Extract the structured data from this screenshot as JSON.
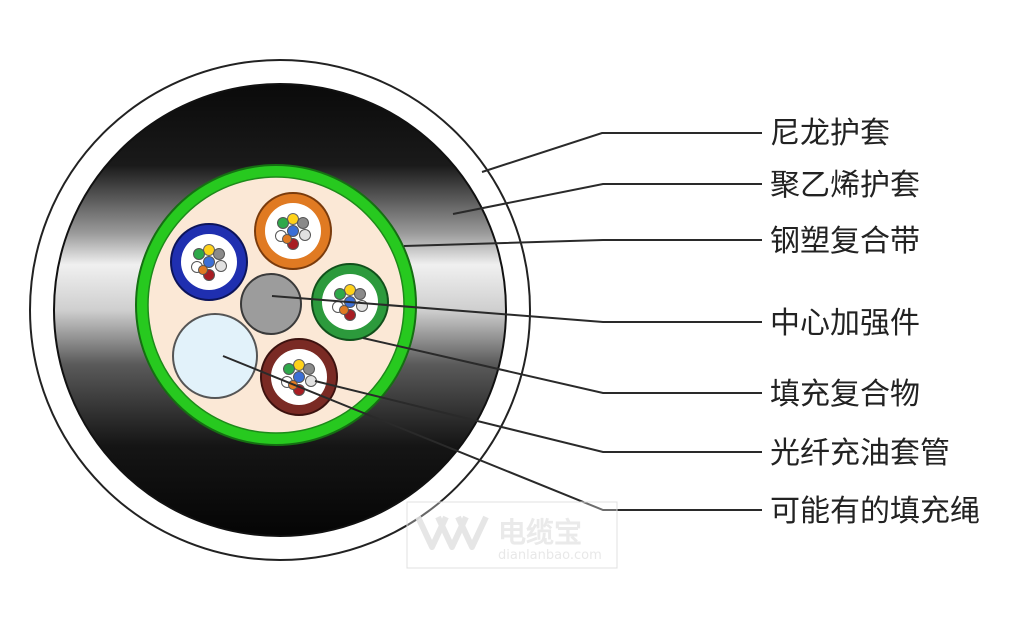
{
  "labels": [
    "尼龙护套",
    "聚乙烯护套",
    "钢塑复合带",
    "中心加强件",
    "填充复合物",
    "光纤充油套管",
    "可能有的填充绳"
  ],
  "watermark": {
    "brand": "电缆宝",
    "domain": "dianlanbao.com"
  },
  "colors": {
    "nylon_sheath": "#ffffff",
    "pe_sheath": "#101010",
    "steel_tape": "#27c91f",
    "filling_compound": "#fbe8d6",
    "center_member": "#9c9c9c",
    "filler_rope": "#e2f2fa",
    "tube_blue": "#1f2fb0",
    "tube_orange": "#e07a22",
    "tube_green": "#2c9a3c",
    "tube_brown": "#7a2a24"
  }
}
